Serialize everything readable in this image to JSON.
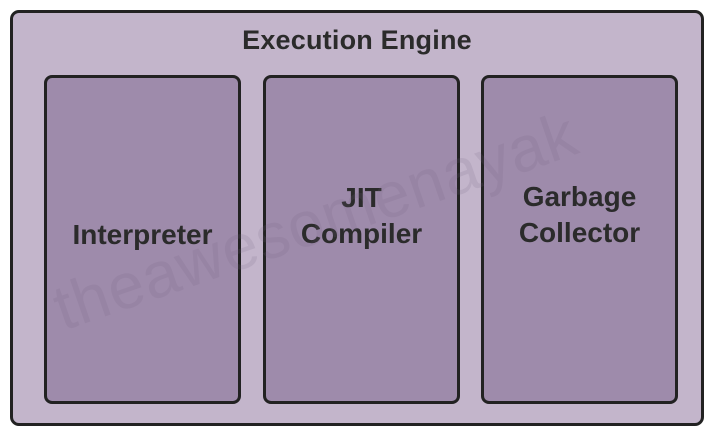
{
  "diagram": {
    "title": "Execution Engine",
    "components": [
      {
        "lines": [
          "Interpreter"
        ]
      },
      {
        "lines": [
          "JIT",
          "Compiler"
        ]
      },
      {
        "lines": [
          "Garbage",
          "Collector"
        ]
      }
    ],
    "watermark": "theawesomenayak"
  },
  "colors": {
    "outer_fill": "#c3b5cb",
    "box_fill": "#9e8bab",
    "border": "#222222",
    "text": "#2b2b2b"
  }
}
